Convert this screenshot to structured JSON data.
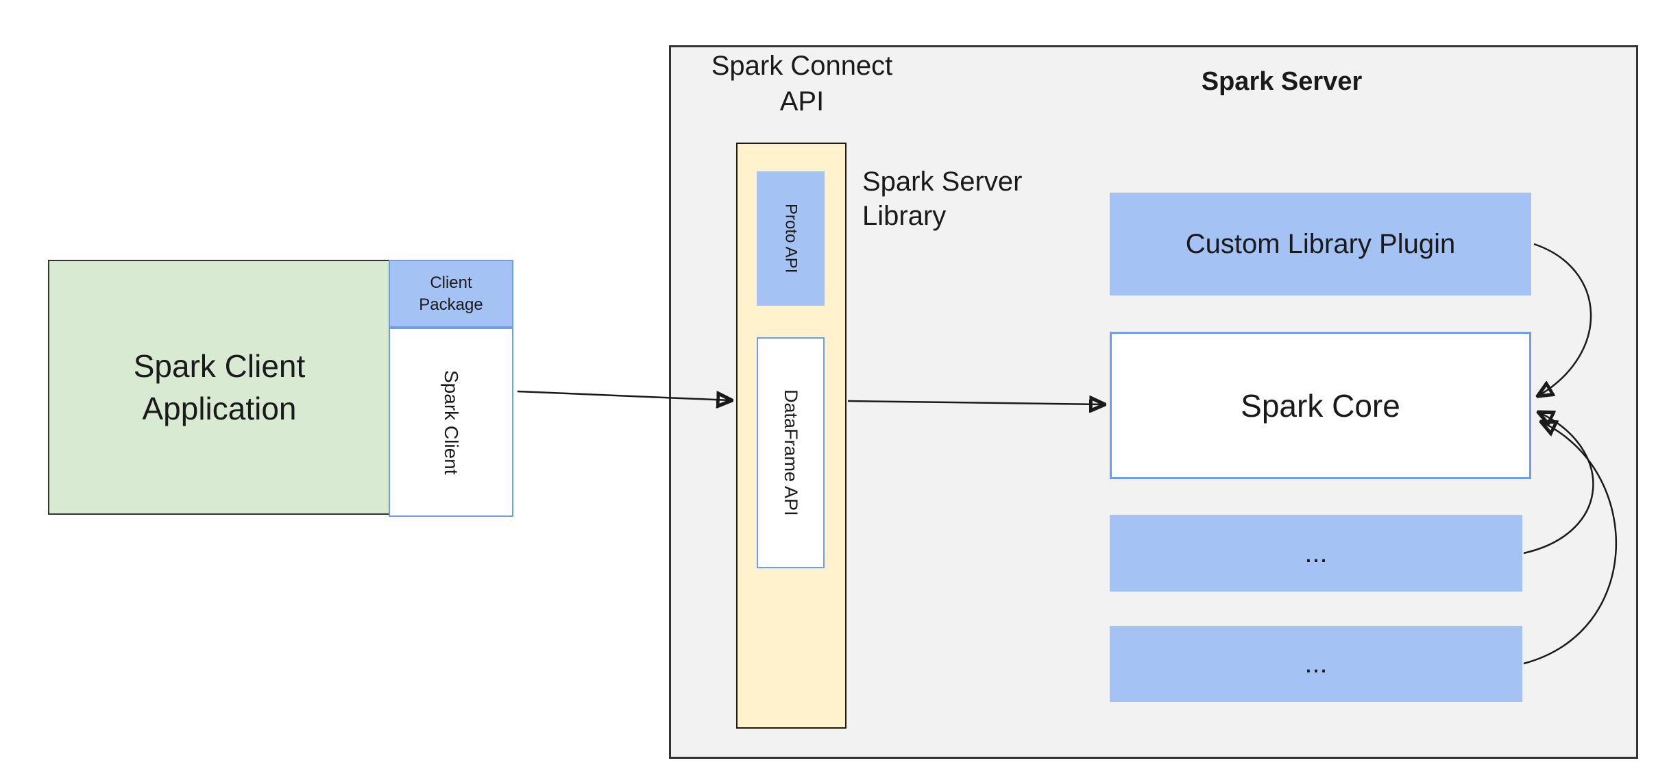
{
  "colors": {
    "green_fill": "#d9ead3",
    "blue_fill": "#a4c2f4",
    "blue_border": "#6d9eeb",
    "cream_fill": "#fff2cc",
    "server_bg": "#f2f2f2",
    "outline": "#1a1a1a"
  },
  "client": {
    "application_label": "Spark Client\nApplication",
    "package_label": "Client\nPackage",
    "spark_client_label": "Spark Client"
  },
  "connect_api": {
    "label": "Spark Connect\nAPI",
    "proto_api_label": "Proto API",
    "dataframe_api_label": "DataFrame API",
    "library_label": "Spark Server\nLibrary"
  },
  "server": {
    "title": "Spark Server",
    "custom_plugin_label": "Custom Library Plugin",
    "spark_core_label": "Spark Core",
    "ellipsis_1": "...",
    "ellipsis_2": "..."
  }
}
